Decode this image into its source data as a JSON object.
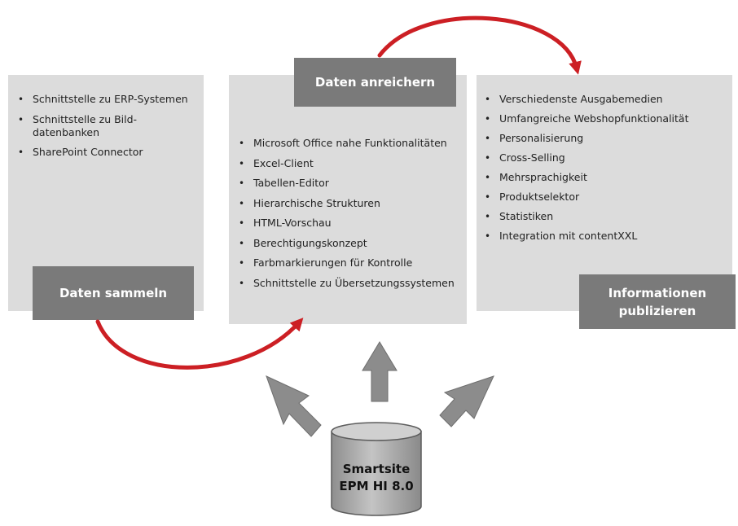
{
  "stages": {
    "collect": {
      "label": "Daten sammeln",
      "items": [
        "Schnittstelle zu ERP-Systemen",
        "Schnittstelle zu Bild-datenbanken",
        "SharePoint Connector"
      ]
    },
    "enrich": {
      "label": "Daten anreichern",
      "items": [
        "Microsoft Office nahe Funktionalitäten",
        "Excel-Client",
        "Tabellen-Editor",
        "Hierarchische Strukturen",
        "HTML-Vorschau",
        "Berechtigungskonzept",
        "Farbmarkierungen für Kontrolle",
        "Schnittstelle zu Übersetzungssystemen"
      ]
    },
    "publish": {
      "label": "Informationen publizieren",
      "items": [
        "Verschiedenste Ausgabemedien",
        "Umfangreiche Webshopfunktionalität",
        "Personalisierung",
        "Cross-Selling",
        "Mehrsprachigkeit",
        "Produktselektor",
        "Statistiken",
        "Integration mit contentXXL"
      ]
    }
  },
  "database": {
    "line1": "Smartsite",
    "line2": "EPM HI 8.0",
    "icon": "database-cylinder-icon"
  },
  "colors": {
    "panel": "#dcdcdc",
    "label_box": "#7a7a7a",
    "label_text": "#ffffff",
    "flow_arrow": "#cc1f24",
    "up_arrow": "#8c8c8c",
    "cylinder": "#a9a9a9"
  }
}
